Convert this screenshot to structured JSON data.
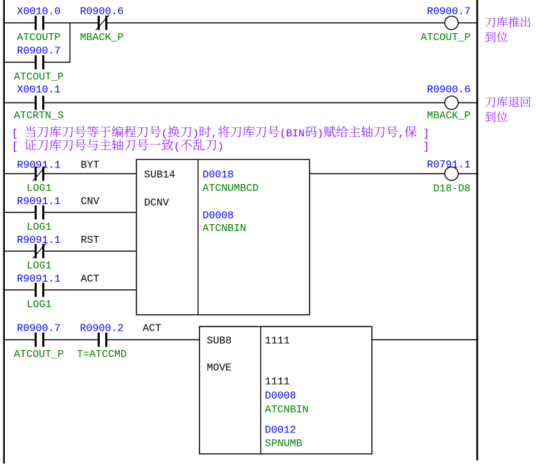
{
  "colors": {
    "background": "#ffffff",
    "wire": "#000000",
    "address_text": "#0000ff",
    "symbol_text": "#008000",
    "instruction_text": "#000000",
    "comment_text": "#7f00ff"
  },
  "net1": {
    "contact1": {
      "address": "X0010.0",
      "symbol": "ATCOUTP",
      "kind": "normally-open"
    },
    "contact2": {
      "address": "R0900.6",
      "symbol": "MBACK_P",
      "kind": "normally-closed"
    },
    "parallel_contact": {
      "address": "R0900.7",
      "symbol": "ATCOUT_P",
      "kind": "normally-open"
    },
    "coil": {
      "address": "R0900.7",
      "symbol": "ATCOUT_P"
    },
    "description": {
      "line1": "刀库推出",
      "line2": "到位"
    }
  },
  "net2": {
    "contact1": {
      "address": "X0010.1",
      "symbol": "ATCRTN_S",
      "kind": "normally-open"
    },
    "coil": {
      "address": "R0900.6",
      "symbol": "MBACK_P"
    },
    "description": {
      "line1": "刀库退回",
      "line2": "到位"
    }
  },
  "comment": {
    "line1": "[ 当刀库刀号等于编程刀号(换刀)时,将刀库刀号(BIN码)赋给主轴刀号,保 ]",
    "line2": "[ 证刀库刀号与主轴刀号一致(不乱刀) ]"
  },
  "net3": {
    "input1": {
      "address": "R9091.1",
      "symbol": "LOG1",
      "signal": "BYT",
      "kind": "normally-closed"
    },
    "input2": {
      "address": "R9091.1",
      "symbol": "LOG1",
      "signal": "CNV",
      "kind": "normally-open"
    },
    "input3": {
      "address": "R9091.1",
      "symbol": "LOG1",
      "signal": "RST",
      "kind": "normally-closed"
    },
    "input4": {
      "address": "R9091.1",
      "symbol": "LOG1",
      "signal": "ACT",
      "kind": "normally-open"
    },
    "block": {
      "sub_number": "SUB14",
      "name": "DCNV",
      "param1": {
        "value": "D0018",
        "symbol": "ATCNUMBCD"
      },
      "param2": {
        "value": "D0008",
        "symbol": "ATCNBIN"
      }
    },
    "coil": {
      "address": "R0791.1",
      "symbol": "D18-D8"
    }
  },
  "net4": {
    "input1": {
      "address": "R0900.7",
      "symbol": "ATCOUT_P",
      "kind": "normally-open"
    },
    "input2": {
      "address": "R0900.2",
      "symbol": "T=ATCCMD",
      "kind": "normally-open"
    },
    "signal": "ACT",
    "block": {
      "sub_number": "SUB8",
      "name": "MOVE",
      "param1": {
        "value": "1111"
      },
      "param2": {
        "value": "1111"
      },
      "param3": {
        "value": "D0008",
        "symbol": "ATCNBIN"
      },
      "param4": {
        "value": "D0012",
        "symbol": "SPNUMB"
      }
    }
  }
}
